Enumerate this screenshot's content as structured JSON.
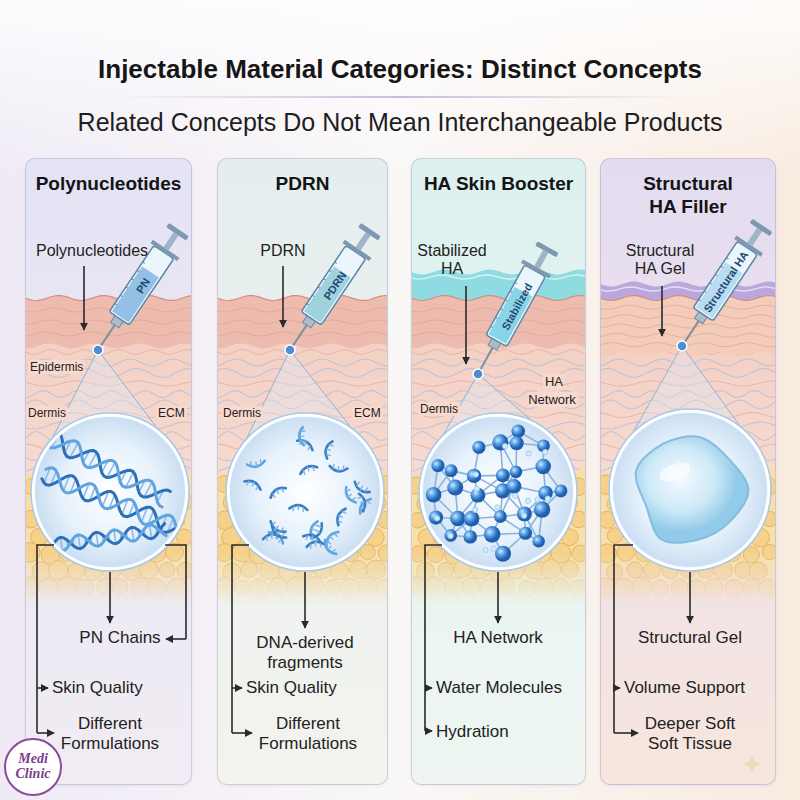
{
  "diagram": {
    "title": "Injectable Material Categories: Distinct Concepts",
    "nodes": [
      {
        "text": [
          "Polynucleotides"
        ]
      },
      {
        "text": [
          "PDRN"
        ]
      },
      {
        "text": [
          "HA Skin Booster"
        ]
      },
      {
        "text": [
          "Structural HA Filler"
        ]
      },
      {
        "text": [
          "Medi Clinic"
        ]
      }
    ],
    "labels": [
      "Related Concepts Do Not Mean Interchangeable Products",
      "Polynucleotides",
      "PN",
      "Epidermis",
      "Dermis",
      "ECM",
      "PN Chains",
      "Skin Quality",
      "Different Formulations",
      "PDRN",
      "PDRN",
      "Dermis",
      "ECM",
      "DNA-derived fragments",
      "Skin Quality",
      "Different Formulations",
      "Stabilized HA",
      "Stabilized",
      "Dermis",
      "HA Network",
      "HA Network",
      "Water Molecules",
      "Hydration",
      "Structural HA Gel",
      "Structural HA",
      "Structural Gel",
      "Volume Support",
      "Deeper Soft Soft Tissue"
    ]
  }
}
